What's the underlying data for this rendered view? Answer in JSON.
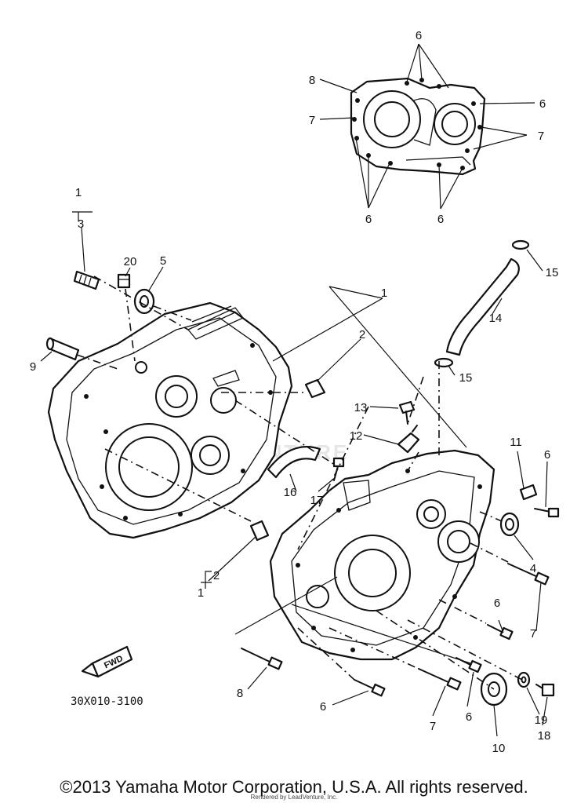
{
  "diagram": {
    "drawing_code": "30X010-3100",
    "fwd_label": "FWD",
    "watermark": "VENTURE",
    "callouts": {
      "gasket_6_top": "6",
      "gasket_8": "8",
      "gasket_7_left": "7",
      "gasket_6_right": "6",
      "gasket_7_right": "7",
      "gasket_6_bl": "6",
      "gasket_6_br": "6",
      "pin_1": "1",
      "pin_3": "3",
      "pin_20": "20",
      "seal_5": "5",
      "dowel_9": "9",
      "case_1": "1",
      "dowel_2_top": "2",
      "hose_15_top": "15",
      "hose_14": "14",
      "hose_15_mid": "15",
      "bolt_13": "13",
      "fitting_12": "12",
      "clip_11": "11",
      "bolt_6_right": "6",
      "plate_16": "16",
      "bolt_17": "17",
      "seal_4": "4",
      "dowel_2_low": "2",
      "dowel_1_low": "1",
      "bolt_6_mid": "6",
      "bolt_7_mid": "7",
      "bolt_8_low": "8",
      "bolt_6_low": "6",
      "bolt_7_low": "7",
      "bolt_6_lower": "6",
      "seal_10": "10",
      "washer_19": "19",
      "plug_18": "18"
    }
  },
  "footer": {
    "copyright": "©2013 Yamaha Motor Corporation, U.S.A. All rights reserved.",
    "rendered_by": "Rendered by LeadVenture, Inc."
  }
}
